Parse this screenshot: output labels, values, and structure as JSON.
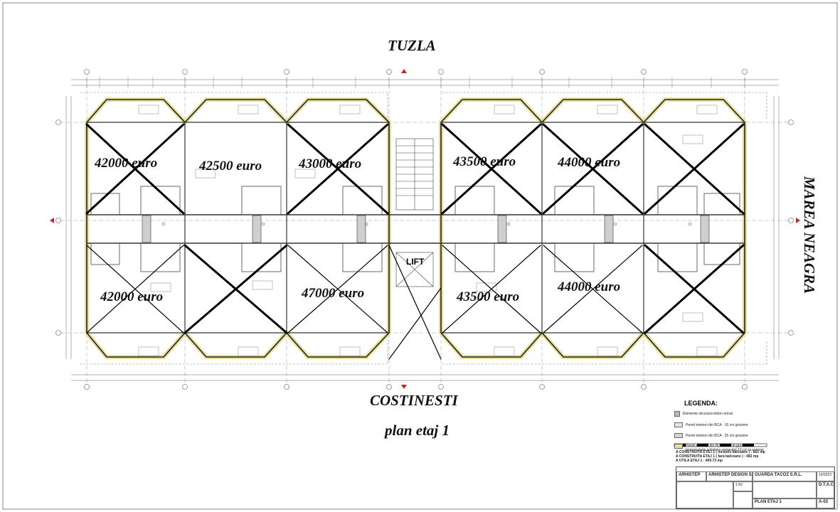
{
  "labels": {
    "north": "TUZLA",
    "south": "COSTINESTI",
    "east": "MAREA NEAGRA",
    "plan_title": "plan etaj 1",
    "lift": "LIFT"
  },
  "prices": [
    "42000 euro",
    "42500 euro",
    "43000 euro",
    "43500 euro",
    "44000 euro",
    "42000 euro",
    "47000 euro",
    "43500 euro",
    "44000 euro"
  ],
  "legend": {
    "title": "LEGENDA:",
    "items": [
      {
        "label": "Elemente structura beton armat",
        "color": "#b8b8b8"
      },
      {
        "label": "Pereti interiori din BCA - 10 cm grosime",
        "color": "#e6e6e6"
      },
      {
        "label": "Pereti interiori din BCA - 25 cm grosime",
        "color": "#d6d6d6"
      },
      {
        "label": "Pereti exteriori din BCA - 25 cm grosime cu termoizolatie polistiren expandat 10 cm la exterior",
        "color": "#e7df9a"
      }
    ]
  },
  "areas": [
    "A CONSTRUITA ETAJ 1 ( inclusiv balcoane ) : 662 mp",
    "A CONSTRUITA ETAJ 1 ( fara balcoane ) : 482 mp",
    "A UTILA ETAJ 1 : 409.73 mp"
  ],
  "title_block": {
    "logo": "ARHISTEP",
    "company": "ARHISTEP DESIGN S.R.L.",
    "beneficiar": "GUARDA TACOZ S.R.L.",
    "date": "10/2023",
    "phase": "D.T.A.C.",
    "scale": "1:50",
    "sheet_title": "PLAN ETAJ 1",
    "sheet_no": "A-03"
  },
  "colors": {
    "wall": "#222222",
    "insulation": "#e7df9a",
    "dim": "#555555",
    "red": "#cc2222"
  }
}
